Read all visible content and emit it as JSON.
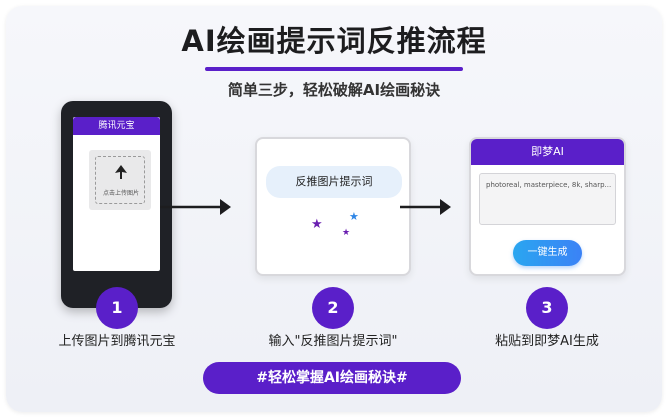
{
  "title": "AI绘画提示词反推流程",
  "subtitle": "简单三步，轻松破解AI绘画秘诀",
  "phone": {
    "header": "腾讯元宝",
    "upload_text": "点击上传图片"
  },
  "middle_window": {
    "search_label": "反推图片提示词"
  },
  "right_window": {
    "header": "即梦AI",
    "prompt_text": "photoreal, masterpiece, 8k, sharp...",
    "button_label": "一键生成"
  },
  "steps": [
    {
      "number": "1",
      "label": "上传图片到腾讯元宝"
    },
    {
      "number": "2",
      "label": "输入\"反推图片提示词\""
    },
    {
      "number": "3",
      "label": "粘贴到即梦AI生成"
    }
  ],
  "bottom_tag": "#轻松掌握AI绘画秘诀#",
  "colors": {
    "accent_purple": "#5a1fc9",
    "button_blue": "#3b82f6",
    "star_blue": "#2f86e6",
    "star_purple": "#6a1fb0"
  }
}
